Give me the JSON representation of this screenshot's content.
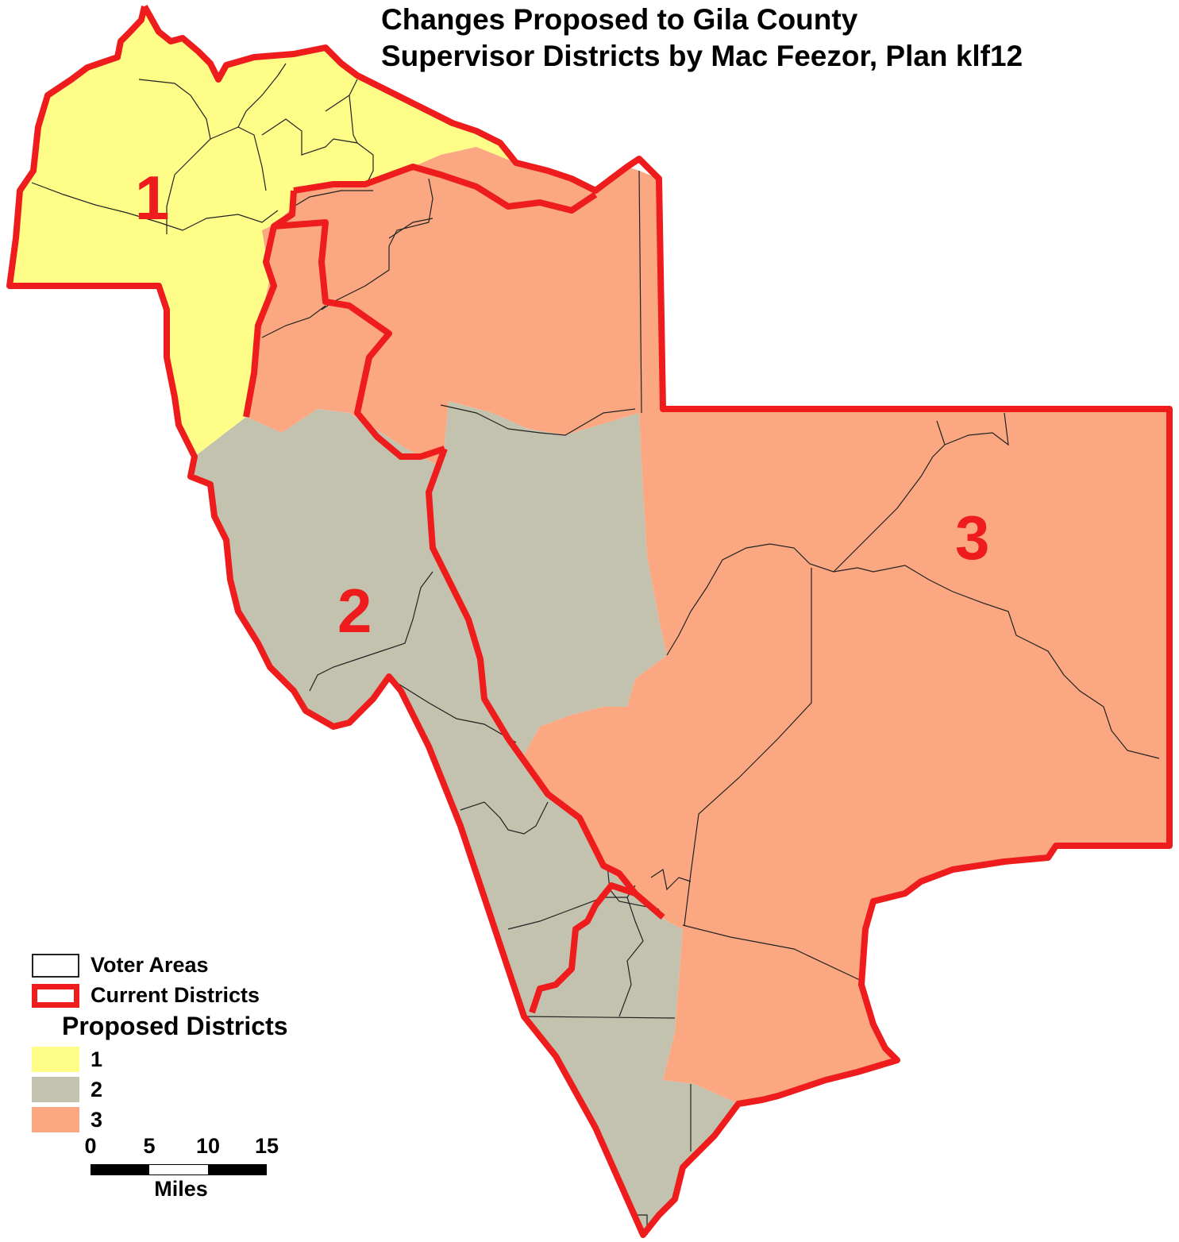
{
  "title": {
    "line1": "Changes Proposed to Gila County",
    "line2": "Supervisor Districts by Mac Feezor, Plan klf12"
  },
  "colors": {
    "district1": "#fdfd87",
    "district2": "#c2c2ae",
    "district3": "#fba882",
    "current_boundary": "#ee1c1c",
    "voter_area_line": "#222222"
  },
  "districts": [
    {
      "id": "1",
      "label": "1"
    },
    {
      "id": "2",
      "label": "2"
    },
    {
      "id": "3",
      "label": "3"
    }
  ],
  "legend": {
    "voter_areas": "Voter Areas",
    "current_districts": "Current Districts",
    "proposed_heading": "Proposed Districts",
    "items": [
      {
        "label": "1",
        "color": "#fdfd87"
      },
      {
        "label": "2",
        "color": "#c2c2ae"
      },
      {
        "label": "3",
        "color": "#fba882"
      }
    ]
  },
  "scale_bar": {
    "ticks": [
      "0",
      "5",
      "10",
      "15"
    ],
    "unit": "Miles"
  }
}
